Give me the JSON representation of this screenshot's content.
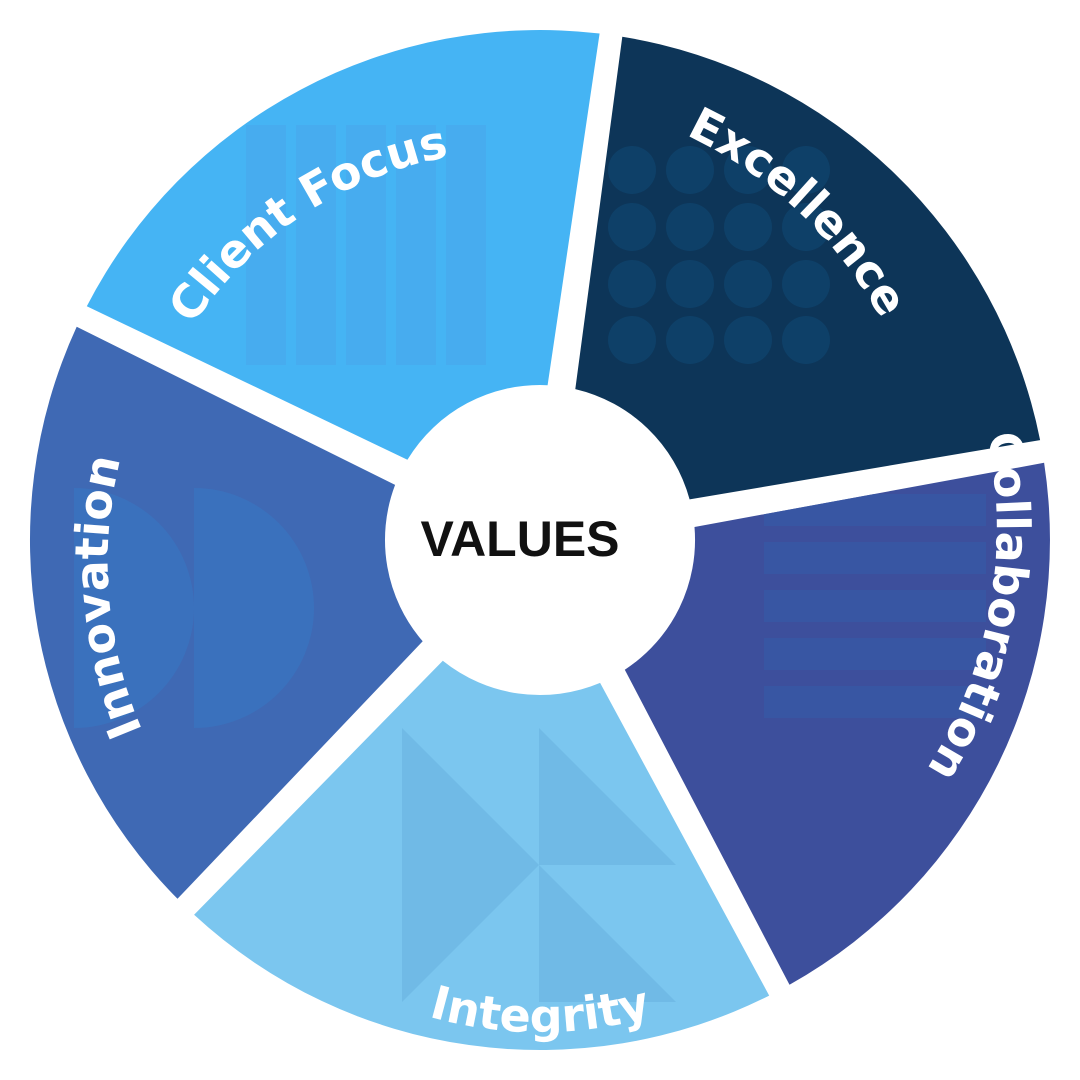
{
  "center": {
    "label": "VALUES"
  },
  "segments": [
    {
      "label": "Client Focus",
      "color": "#45b4f4",
      "pattern": "vertical-bars"
    },
    {
      "label": "Excellence",
      "color": "#0d3558",
      "pattern": "dot-grid"
    },
    {
      "label": "Collaboration",
      "color": "#3d4f9c",
      "pattern": "horizontal-bars"
    },
    {
      "label": "Integrity",
      "color": "#7bc6ef",
      "pattern": "triangles"
    },
    {
      "label": "Innovation",
      "color": "#3f69b4",
      "pattern": "half-circles"
    }
  ]
}
